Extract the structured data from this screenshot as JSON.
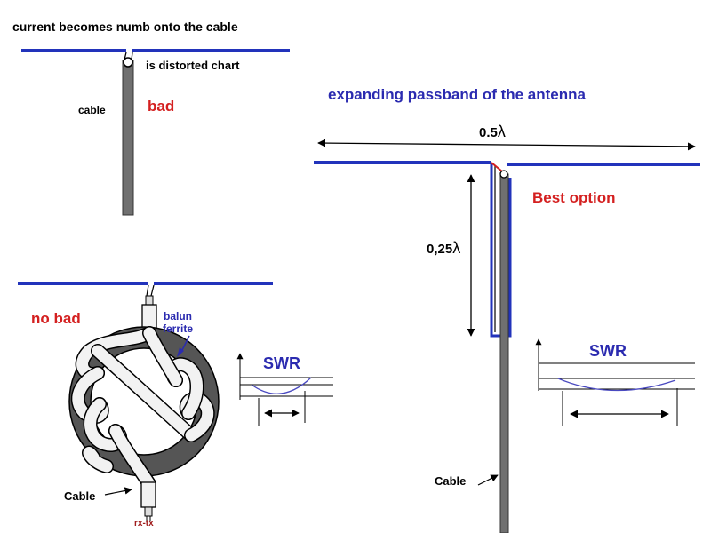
{
  "top_left": {
    "caption": "current becomes numb onto the cable",
    "note": "is distorted chart",
    "cable_label": "cable",
    "verdict": "bad"
  },
  "bottom_left": {
    "verdict": "no bad",
    "balun_line1": "balun",
    "balun_line2": "ferrite",
    "cable_label": "Cable",
    "port_label": "rx-tx",
    "swr_label": "SWR"
  },
  "right": {
    "title": "expanding passband of the antenna",
    "span_half": "0.5",
    "span_quarter": "0,25",
    "lambda": "λ",
    "verdict": "Best option",
    "swr_label": "SWR",
    "cable_label": "Cable"
  },
  "colors": {
    "element_blue": "#2233bb",
    "label_red": "#d42020",
    "cable_grey": "#707070",
    "title_navy": "#2b2bb0",
    "swr_curve": "#4a4ac0"
  }
}
